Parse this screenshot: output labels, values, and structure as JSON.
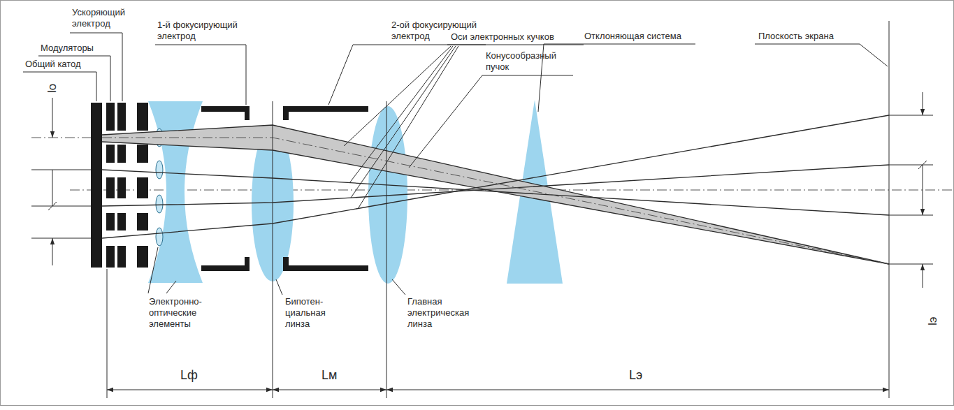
{
  "diagram": {
    "labels": [
      "Ускоряющий электрод",
      "Модуляторы",
      "1-й фокусирующий электрод",
      "Общий катод",
      "2-ой фокусирующий электрод",
      "Оси электронных кучков",
      "Конусообразный пучок",
      "Отклоняющая система",
      "Плоскость экрана",
      "Электронно- оптические элементы",
      "Бипотен- циальная линза",
      "Главная электрическая линза",
      "lо",
      "lэ",
      "Lф",
      "Lм",
      "Lэ"
    ]
  }
}
